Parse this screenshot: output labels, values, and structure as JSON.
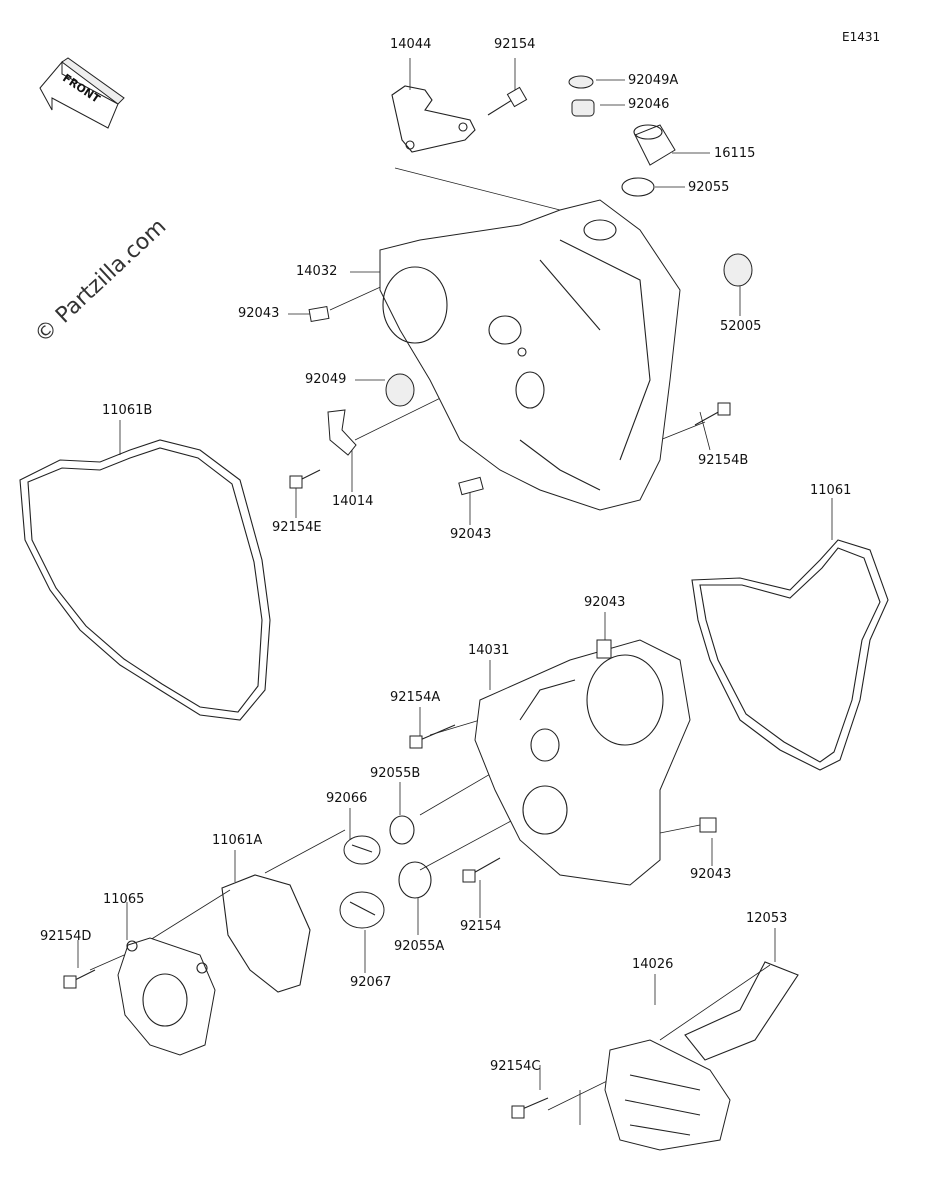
{
  "diagram_code": "E1431",
  "watermark": "© Partzilla.com",
  "front_label": "FRONT",
  "labels": {
    "p14044": "14044",
    "p92154_top": "92154",
    "p92049A": "92049A",
    "p92046": "92046",
    "p16115": "16115",
    "p92055": "92055",
    "p14032": "14032",
    "p52005": "52005",
    "p92043_a": "92043",
    "p92049": "92049",
    "p11061B": "11061B",
    "p92154B": "92154B",
    "p14014": "14014",
    "p92154E": "92154E",
    "p92043_b": "92043",
    "p11061": "11061",
    "p92043_c": "92043",
    "p14031": "14031",
    "p92154A": "92154A",
    "p92055B": "92055B",
    "p92066": "92066",
    "p11061A": "11061A",
    "p92043_d": "92043",
    "p11065": "11065",
    "p92154D": "92154D",
    "p92067": "92067",
    "p92055A": "92055A",
    "p92154_mid": "92154",
    "p12053": "12053",
    "p14026": "14026",
    "p92154C": "92154C"
  }
}
